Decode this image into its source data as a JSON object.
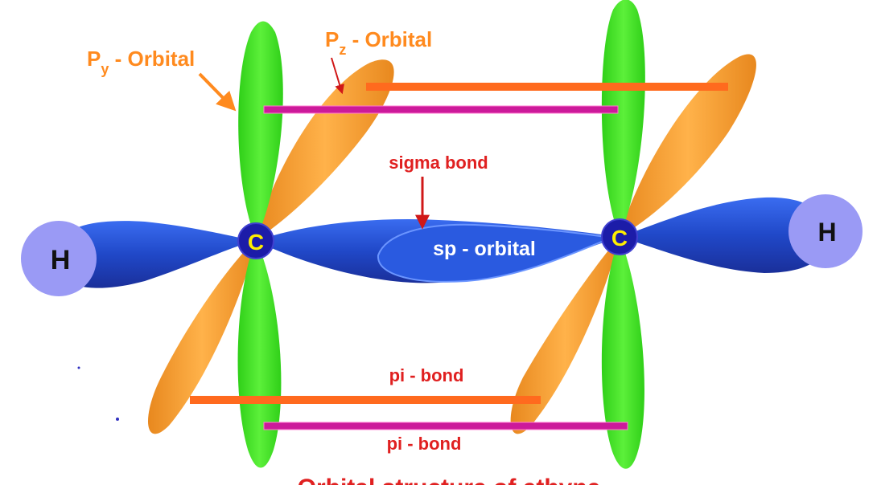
{
  "labels": {
    "py_main": "P",
    "py_sub": "y",
    "py_rest": " - Orbital",
    "pz_main": "P",
    "pz_sub": "z",
    "pz_rest": " - Orbital",
    "sigma_bond": "sigma bond",
    "sp_orbital": "sp - orbital",
    "pi_bond_top": "pi - bond",
    "pi_bond_bottom": "pi - bond",
    "carbon": "C",
    "hydrogen": "H",
    "caption": "Orbital structure of ethyne"
  },
  "colors": {
    "p_y_lobe": "#44e020",
    "p_z_lobe": "#f5a23a",
    "sp_lobe": "#2348d0",
    "carbon_atom": "#1c1ca8",
    "carbon_text": "#ffee00",
    "hydrogen_atom": "#9a9af5",
    "pi_bond_orange": "#ff6a1e",
    "pi_bond_magenta": "#cc1a9a",
    "label_orange": "#ff8a1e",
    "label_red": "#e02020",
    "caption_red": "#e02020"
  }
}
